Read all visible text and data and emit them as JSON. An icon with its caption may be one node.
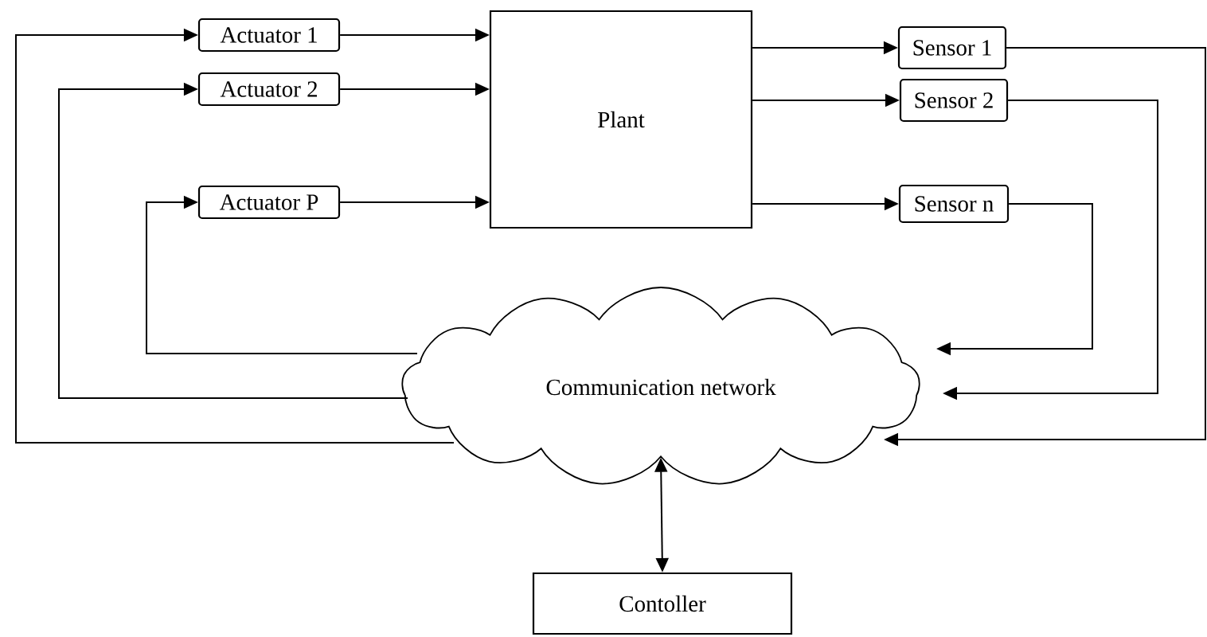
{
  "diagram": {
    "nodes": [
      {
        "text": [
          "Actuator 1"
        ]
      },
      {
        "text": [
          "Actuator 2"
        ]
      },
      {
        "text": [
          "Actuator P"
        ]
      },
      {
        "text": [
          "Plant"
        ]
      },
      {
        "text": [
          "Sensor 1"
        ]
      },
      {
        "text": [
          "Sensor 2"
        ]
      },
      {
        "text": [
          "Sensor n"
        ]
      },
      {
        "text": [
          "Communication network"
        ]
      },
      {
        "text": [
          "Contoller"
        ]
      }
    ],
    "edges": [
      {
        "from": 7,
        "to": 0,
        "arrow": "to"
      },
      {
        "from": 7,
        "to": 1,
        "arrow": "to"
      },
      {
        "from": 7,
        "to": 2,
        "arrow": "to"
      },
      {
        "from": 0,
        "to": 3,
        "arrow": "to"
      },
      {
        "from": 1,
        "to": 3,
        "arrow": "to"
      },
      {
        "from": 2,
        "to": 3,
        "arrow": "to"
      },
      {
        "from": 3,
        "to": 4,
        "arrow": "to"
      },
      {
        "from": 3,
        "to": 5,
        "arrow": "to"
      },
      {
        "from": 3,
        "to": 6,
        "arrow": "to"
      },
      {
        "from": 4,
        "to": 7,
        "arrow": "to"
      },
      {
        "from": 5,
        "to": 7,
        "arrow": "to"
      },
      {
        "from": 6,
        "to": 7,
        "arrow": "to"
      },
      {
        "from": 7,
        "to": 8,
        "arrow": "both"
      }
    ]
  }
}
